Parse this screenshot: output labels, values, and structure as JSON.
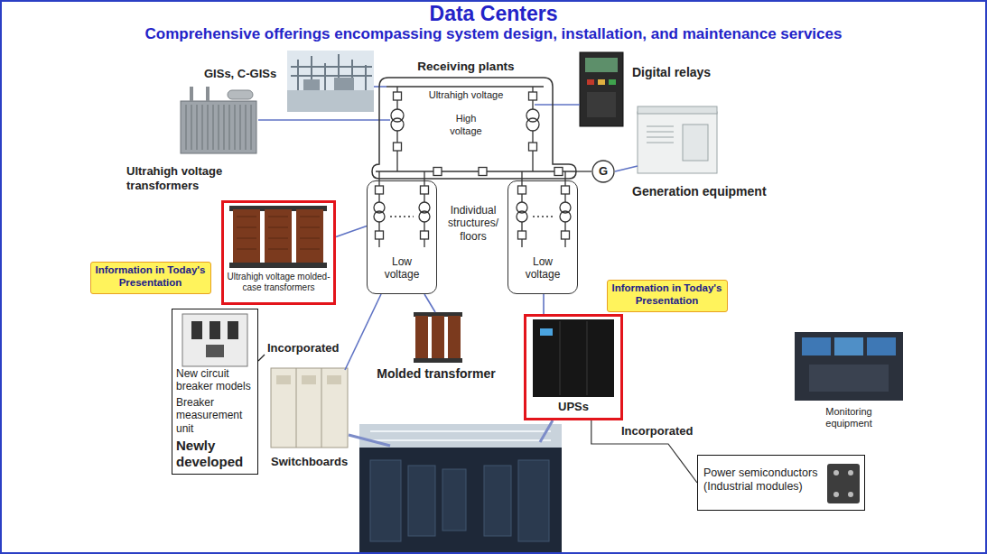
{
  "diagram": {
    "title": "Data Centers",
    "nodes": [
      {
        "text": [
          "Receiving plants",
          "Ultrahigh voltage",
          "High voltage"
        ]
      },
      {
        "text": [
          "G"
        ]
      },
      {
        "text": [
          "Low voltage"
        ]
      },
      {
        "text": [
          "Low voltage"
        ]
      },
      {
        "text": [
          "Ultrahigh voltage molded-case transformers"
        ]
      },
      {
        "text": [
          "Information in Today's Presentation"
        ]
      },
      {
        "text": [
          "Information in Today's Presentation"
        ]
      },
      {
        "text": [
          "UPSs"
        ]
      },
      {
        "text": [
          "New circuit breaker models",
          "Breaker measurement unit",
          "Newly developed"
        ]
      },
      {
        "text": [
          "Power semiconductors (Industrial modules)"
        ]
      }
    ],
    "edges": [
      {
        "from": 4,
        "to": 2,
        "arrow": "none"
      },
      {
        "from": 1,
        "to": 0,
        "arrow": "none"
      },
      {
        "from": 7,
        "to": 3,
        "arrow": "none"
      },
      {
        "from": 7,
        "to": 9,
        "arrow": "none"
      }
    ],
    "labels": [
      "Comprehensive offerings encompassing system design, installation, and maintenance services",
      "GISs, C-GISs",
      "Digital relays",
      "Ultrahigh voltage transformers",
      "Generation equipment",
      "Individual structures/ floors",
      "Incorporated",
      "Switchboards",
      "Molded transformer",
      "Incorporated",
      "Monitoring equipment"
    ]
  }
}
